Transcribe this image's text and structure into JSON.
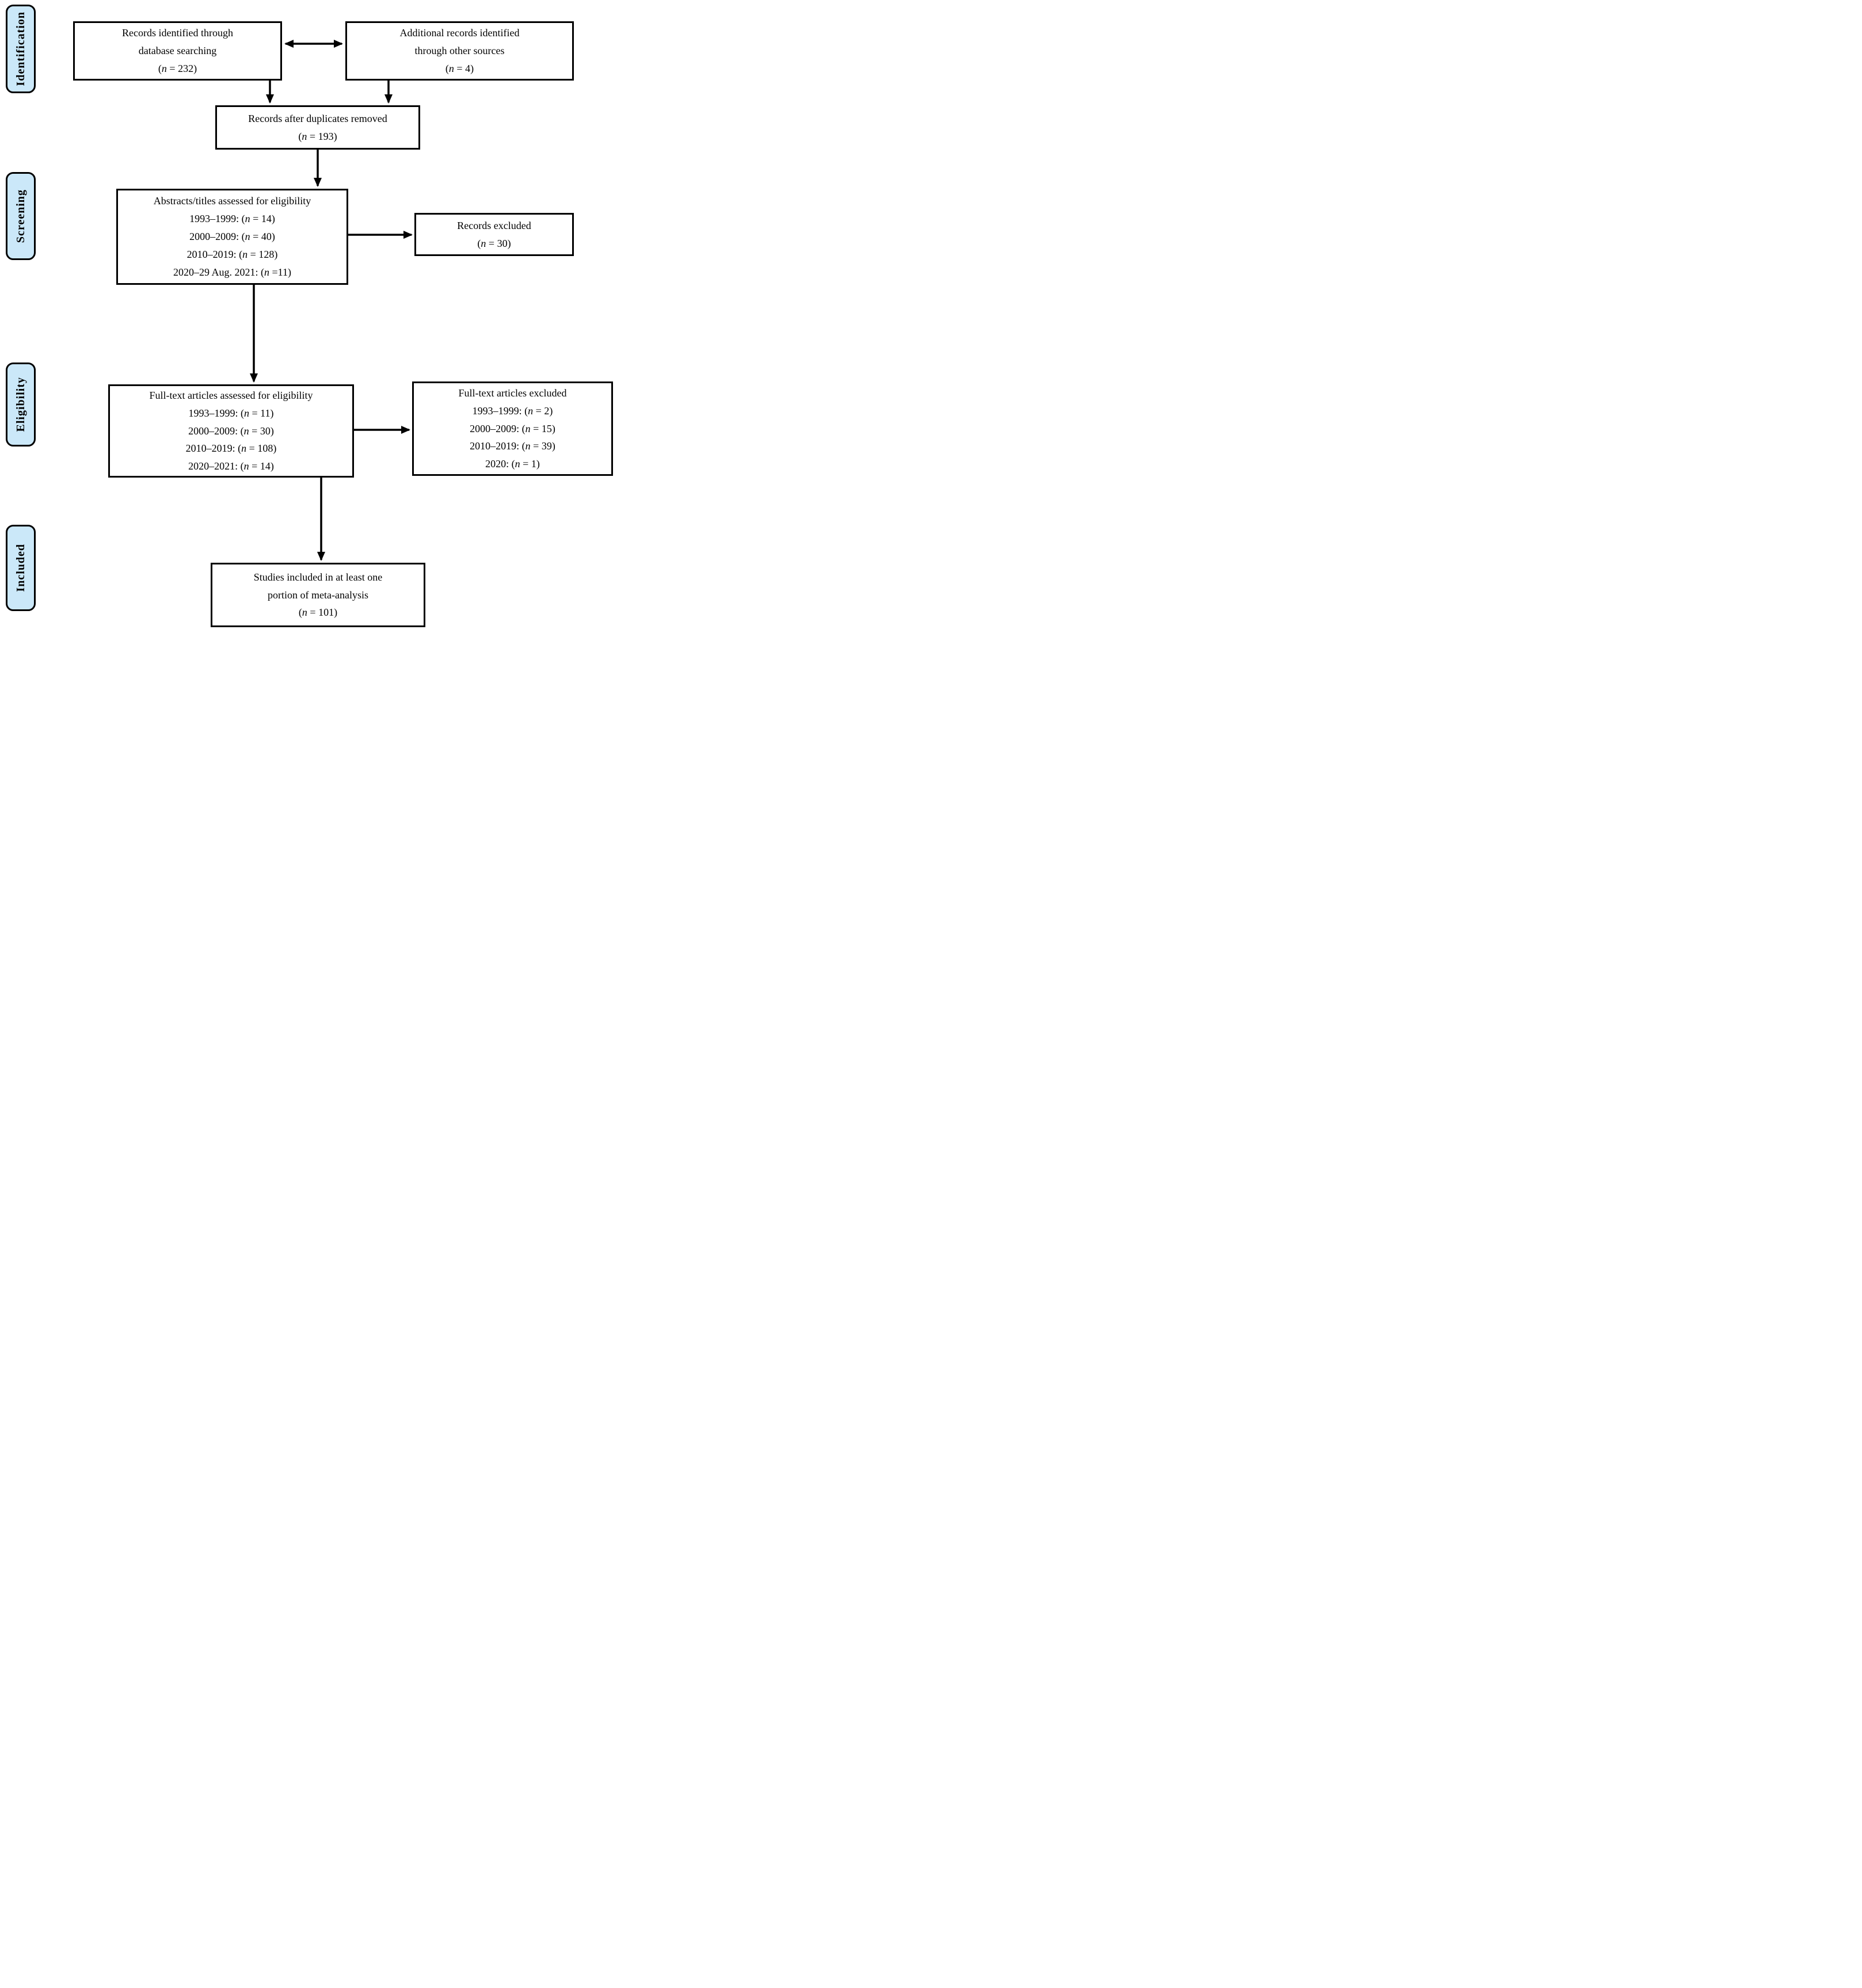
{
  "colors": {
    "label_fill": "#CBE8F9",
    "line": "#000000",
    "box_bg": "#FFFFFF",
    "text": "#000000"
  },
  "stages": [
    {
      "label": "Identification"
    },
    {
      "label": "Screening"
    },
    {
      "label": "Eligibility"
    },
    {
      "label": "Included"
    }
  ],
  "boxes": {
    "db_search": {
      "lines": [
        "Records identified through",
        "database searching",
        "(n = 232)"
      ]
    },
    "other_sources": {
      "lines": [
        "Additional records identified",
        "through other sources",
        "(n = 4)"
      ]
    },
    "duplicates_removed": {
      "lines": [
        "Records after duplicates removed",
        "(n = 193)"
      ]
    },
    "abstracts_assessed": {
      "lines": [
        "Abstracts/titles assessed for eligibility",
        "1993–1999: (n = 14)",
        "2000–2009: (n = 40)",
        "2010–2019: (n = 128)",
        "2020–29 Aug. 2021: (n =11)"
      ]
    },
    "records_excluded": {
      "lines": [
        "Records excluded",
        "(n = 30)"
      ]
    },
    "fulltext_assessed": {
      "lines": [
        "Full-text articles assessed for eligibility",
        "1993–1999: (n = 11)",
        "2000–2009: (n = 30)",
        "2010–2019: (n = 108)",
        "2020–2021: (n = 14)"
      ]
    },
    "fulltext_excluded": {
      "lines": [
        "Full-text articles excluded",
        "1993–1999: (n = 2)",
        "2000–2009: (n = 15)",
        "2010–2019: (n = 39)",
        "2020: (n = 1)"
      ]
    },
    "included_studies": {
      "lines": [
        "Studies included in at least one",
        "portion of meta-analysis",
        "(n = 101)"
      ]
    }
  }
}
